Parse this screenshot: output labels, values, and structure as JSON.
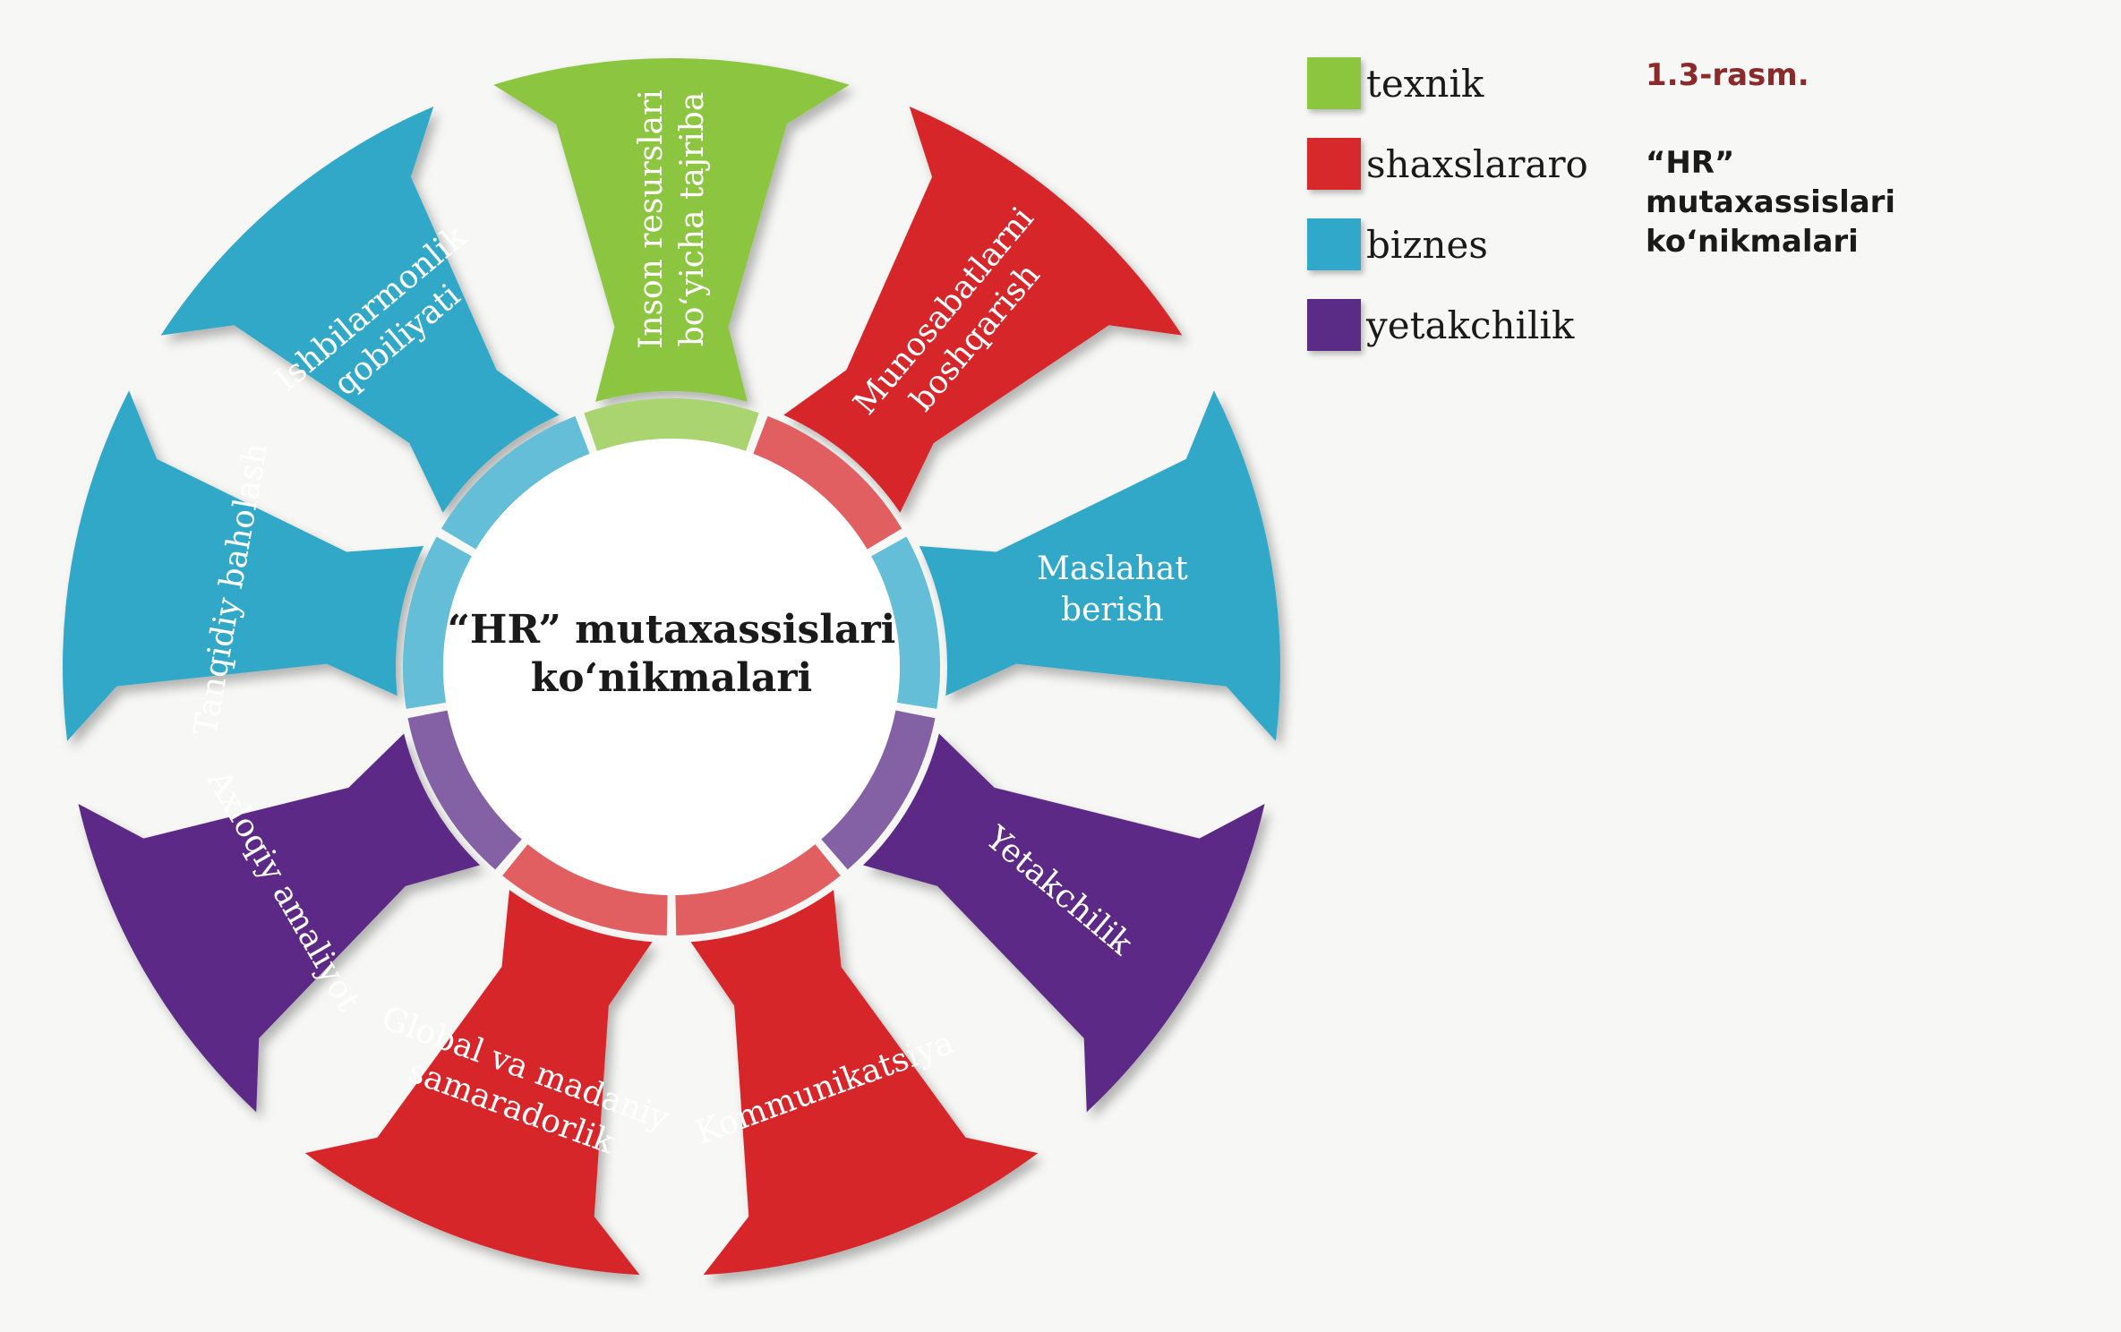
{
  "center": {
    "title_line1": "“HR” mutaxassislari",
    "title_line2": "ko‘nikmalari"
  },
  "colors": {
    "texnik": "#8cc63f",
    "shaxslararo": "#d7282c",
    "biznes": "#30a8c9",
    "yetakchilik": "#5b2c86",
    "ring_background": "#ffffff"
  },
  "segments": [
    {
      "category": "texnik",
      "lines": [
        "Inson resurslari",
        "bo‘yicha tajriba"
      ]
    },
    {
      "category": "shaxslararo",
      "lines": [
        "Munosabatlarni",
        "boshqarish"
      ]
    },
    {
      "category": "biznes",
      "lines": [
        "Maslahat",
        "berish"
      ]
    },
    {
      "category": "yetakchilik",
      "lines": [
        "Yetakchilik"
      ]
    },
    {
      "category": "shaxslararo",
      "lines": [
        "Kommunikatsiya"
      ]
    },
    {
      "category": "shaxslararo",
      "lines": [
        "Global va madaniy",
        "samaradorlik"
      ]
    },
    {
      "category": "yetakchilik",
      "lines": [
        "Axloqiy amaliyot"
      ]
    },
    {
      "category": "biznes",
      "lines": [
        "Tanqidiy baholash"
      ]
    },
    {
      "category": "biznes",
      "lines": [
        "Ishbilarmonlik",
        "qobiliyati"
      ]
    }
  ],
  "legend": [
    {
      "key": "texnik",
      "label": "texnik"
    },
    {
      "key": "shaxslararo",
      "label": "shaxslararo"
    },
    {
      "key": "biznes",
      "label": "biznes"
    },
    {
      "key": "yetakchilik",
      "label": "yetakchilik"
    }
  ],
  "caption": {
    "number": "1.3-rasm.",
    "text": "“HR”\nmutaxassislari\nko‘nikmalari"
  }
}
